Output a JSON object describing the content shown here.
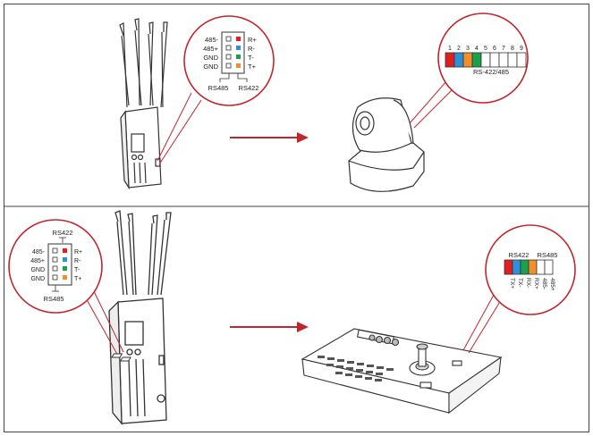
{
  "colors": {
    "accent": "#c0272d",
    "red": "#e02020",
    "blue": "#2f8fd8",
    "green": "#1aa14a",
    "orange": "#f0902a",
    "outline": "#333333"
  },
  "top_callout": {
    "left_labels": [
      "485-",
      "485+",
      "GND",
      "GND"
    ],
    "right_labels": [
      "R+",
      "R-",
      "T-",
      "T+"
    ],
    "bottom_labels": [
      "RS485",
      "RS422"
    ]
  },
  "camera_callout": {
    "pin_numbers": [
      "1",
      "2",
      "3",
      "4",
      "5",
      "6",
      "7",
      "8",
      "9"
    ],
    "port_label": "RS-422/485"
  },
  "bottom_callout": {
    "top_label": "RS422",
    "left_labels": [
      "485-",
      "485+",
      "GND",
      "GND"
    ],
    "right_labels": [
      "R+",
      "R-",
      "T-",
      "T+"
    ],
    "bottom_label": "RS485"
  },
  "controller_callout": {
    "header_labels": [
      "RS422",
      "RS485"
    ],
    "pin_labels": [
      "TX+",
      "TX-",
      "RX-",
      "RX+",
      "485-",
      "485+"
    ]
  },
  "icons": [
    "transmitter-icon",
    "ptz-camera-icon",
    "ptz-controller-icon",
    "arrow-right-icon"
  ]
}
